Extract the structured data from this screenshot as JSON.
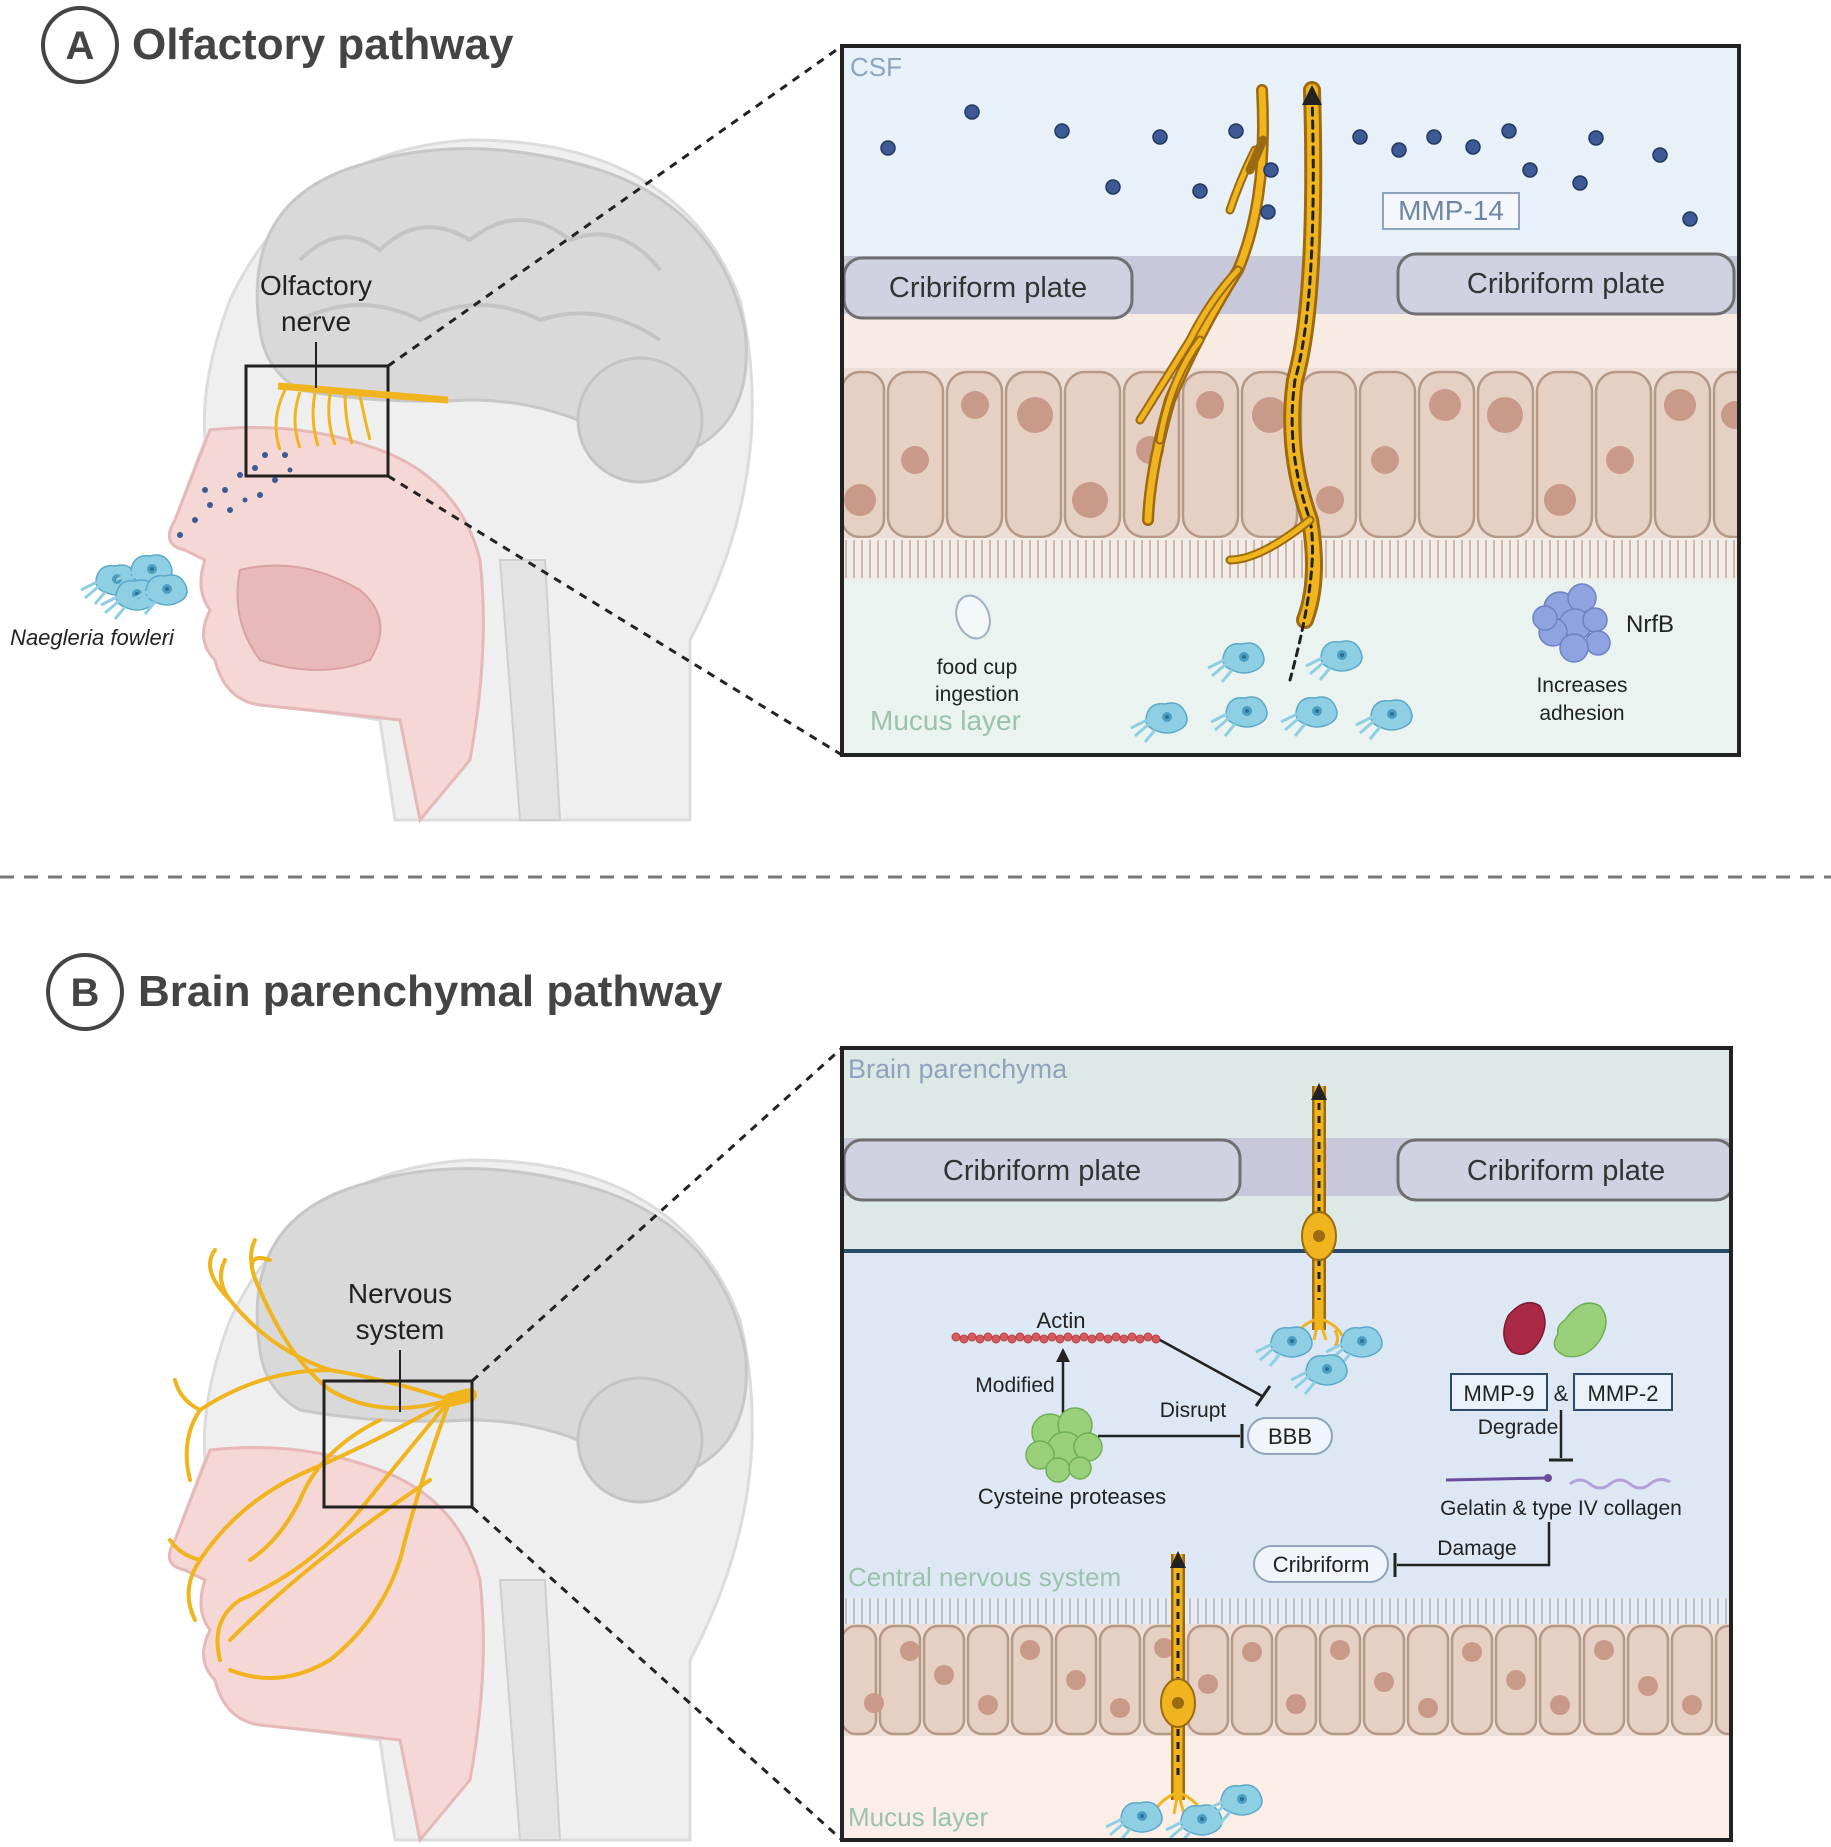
{
  "panel_a": {
    "badge": "A",
    "title": "Olfactory pathway",
    "head_label_line1": "Olfactory",
    "head_label_line2": "nerve",
    "organism": "Naegleria fowleri",
    "csf_label": "CSF",
    "mmp14_label": "MMP-14",
    "cribriform_left": "Cribriform plate",
    "cribriform_right": "Cribriform plate",
    "food_cup_line1": "food cup",
    "food_cup_line2": "ingestion",
    "mucus_label": "Mucus layer",
    "nrfb_label": "NrfB",
    "adhesion_line1": "Increases",
    "adhesion_line2": "adhesion"
  },
  "panel_b": {
    "badge": "B",
    "title": "Brain parenchymal pathway",
    "head_label_line1": "Nervous",
    "head_label_line2": "system",
    "parenchyma_label": "Brain parenchyma",
    "cribriform_left": "Cribriform plate",
    "cribriform_right": "Cribriform plate",
    "actin_label": "Actin",
    "modified_label": "Modified",
    "disrupt_label": "Disrupt",
    "bbb_label": "BBB",
    "cysteine_label": "Cysteine proteases",
    "mmp9_label": "MMP-9",
    "amp_label": "&",
    "mmp2_label": "MMP-2",
    "degrade_label": "Degrade",
    "collagen_label": "Gelatin & type IV collagen",
    "damage_label": "Damage",
    "cribriform_box": "Cribriform",
    "cns_label": "Central nervous system",
    "mucus_label": "Mucus layer"
  },
  "colors": {
    "nerve": "#f0b41e",
    "csf_bg": "#e8f0f8",
    "cns_bg": "#dde8f4",
    "parenchyma_bg": "#dde9e6",
    "mucus_bg": "#eaf3ef",
    "plate": "#d0d2e2",
    "epithelium": "#e6cfc3",
    "nucleus": "#c99a8a",
    "amoeba": "#7ec6df",
    "particle": "#3d5a96"
  }
}
